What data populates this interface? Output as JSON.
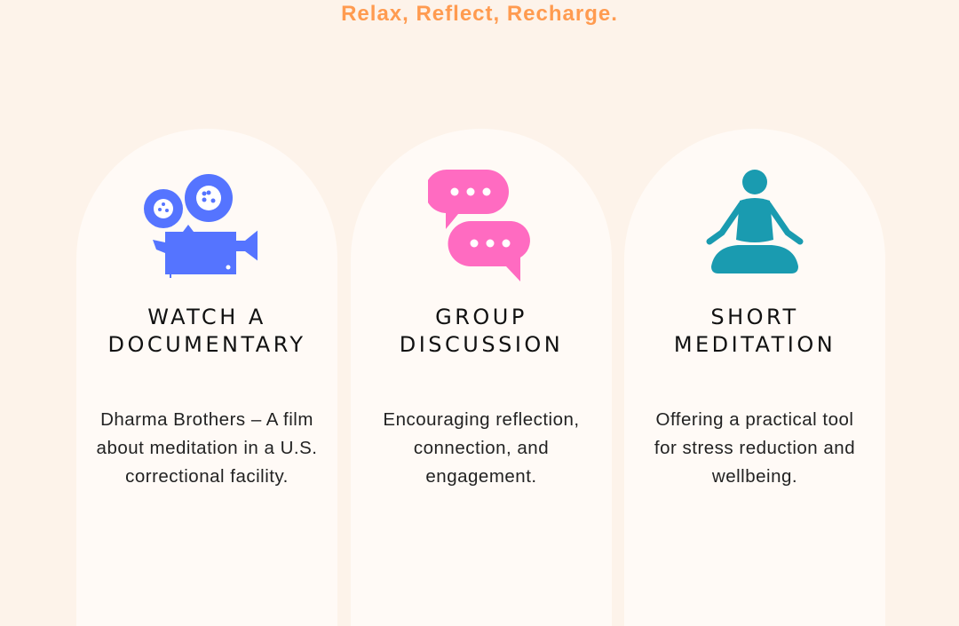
{
  "tagline": "Relax, Reflect, Recharge.",
  "colors": {
    "accent": "#ff9b50",
    "camera": "#5574ff",
    "chat": "#ff6bc1",
    "meditation": "#1a9bb0"
  },
  "cards": [
    {
      "icon": "film-camera-icon",
      "title_line1": "WATCH A",
      "title_line2": "DOCUMENTARY",
      "description": "Dharma Brothers – A film about meditation in a U.S. correctional facility."
    },
    {
      "icon": "chat-bubbles-icon",
      "title_line1": "GROUP",
      "title_line2": "DISCUSSION",
      "description": "Encouraging reflection, connection, and engagement."
    },
    {
      "icon": "meditation-icon",
      "title_line1": "SHORT",
      "title_line2": "MEDITATION",
      "description": "Offering a practical tool for stress reduction and wellbeing."
    }
  ]
}
